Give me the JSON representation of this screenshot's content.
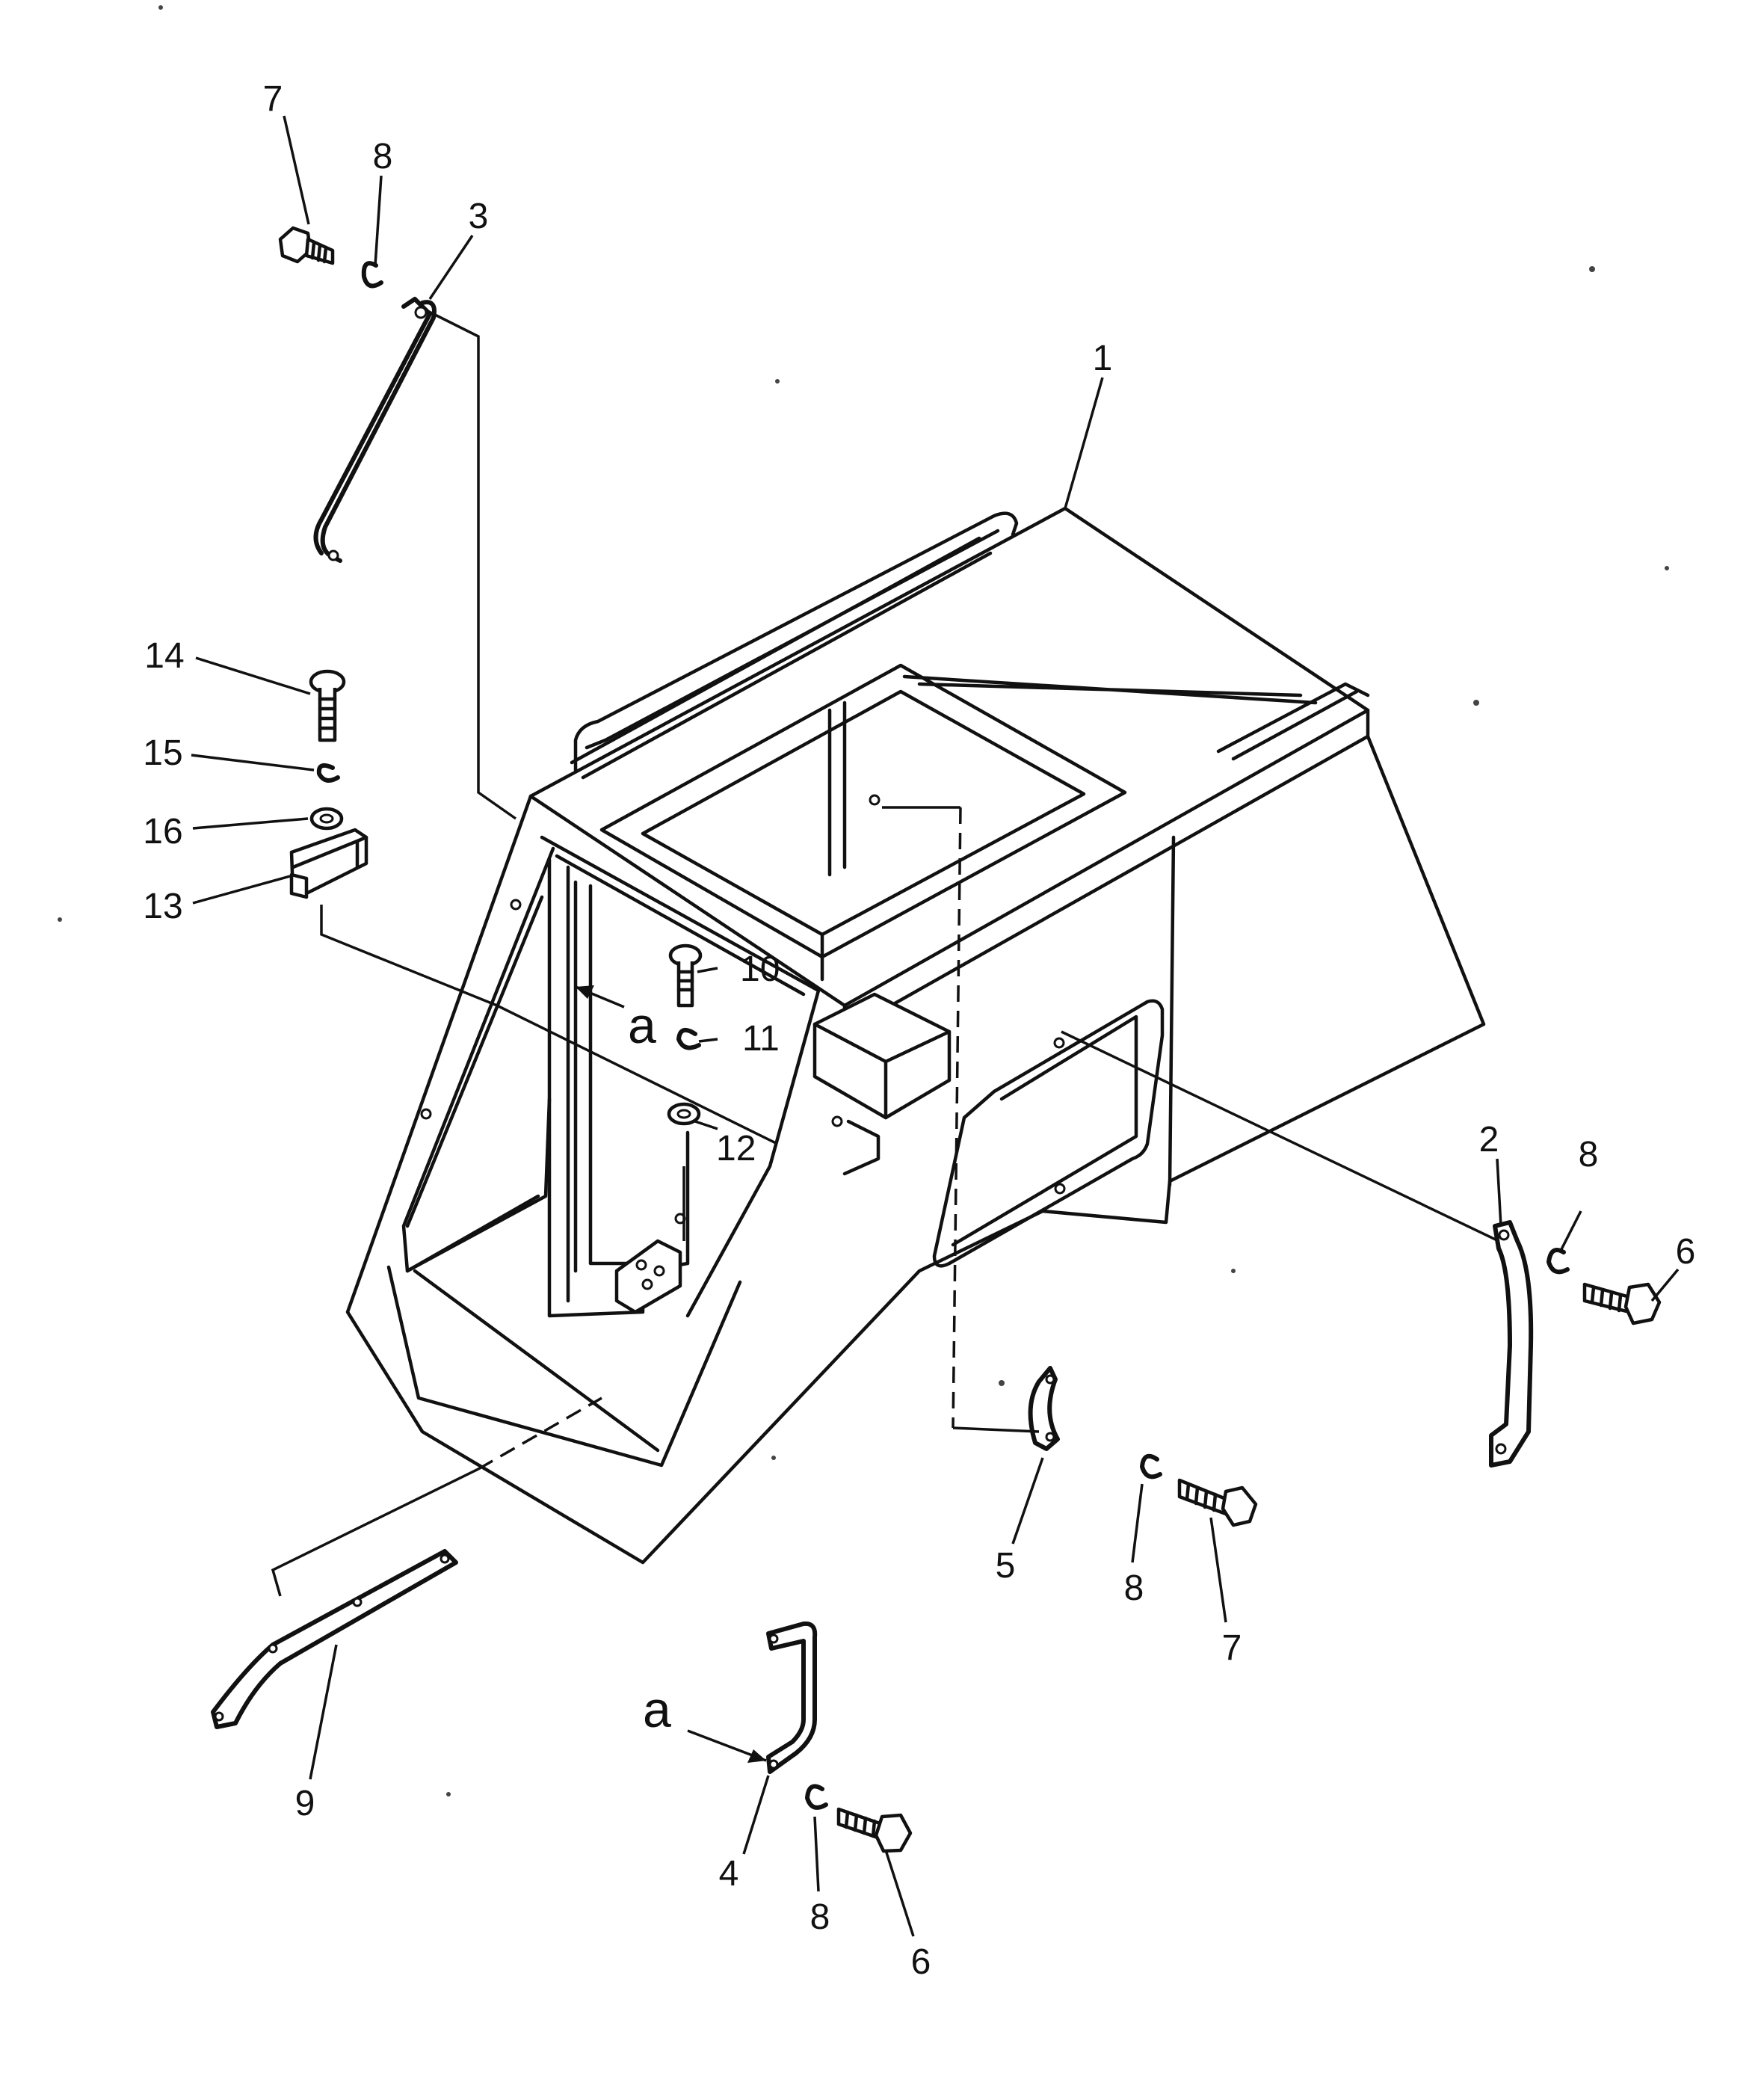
{
  "figure": {
    "type": "exploded-parts-diagram",
    "subject": "operator cab frame with mounting brackets and fasteners"
  },
  "callouts": {
    "c1": "1",
    "c2": "2",
    "c3": "3",
    "c4": "4",
    "c5": "5",
    "c6a": "6",
    "c6b": "6",
    "c7a": "7",
    "c7b": "7",
    "c8a": "8",
    "c8b": "8",
    "c8c": "8",
    "c8d": "8",
    "c9": "9",
    "c10": "10",
    "c11": "11",
    "c12": "12",
    "c13": "13",
    "c14": "14",
    "c15": "15",
    "c16": "16"
  },
  "view_markers": {
    "a1": "a",
    "a2": "a"
  }
}
